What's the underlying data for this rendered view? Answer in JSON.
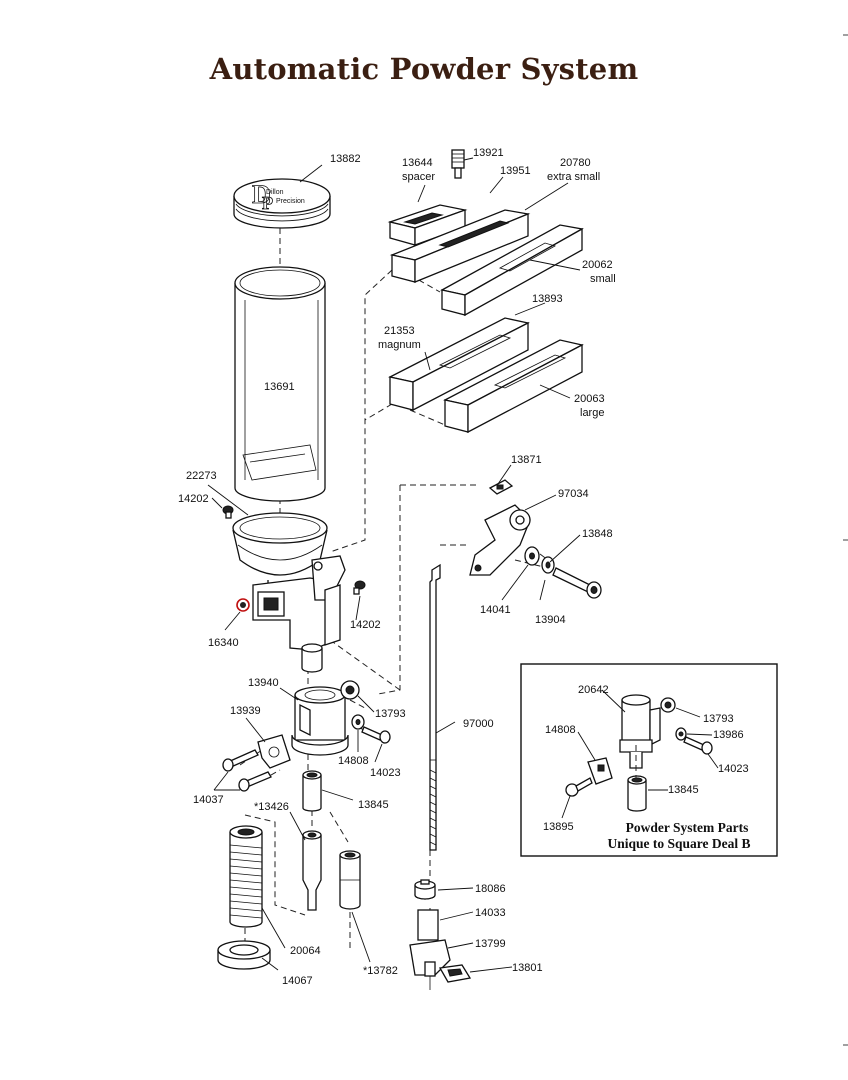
{
  "title": "Automatic Powder System",
  "logo_text": [
    "Dillon",
    "Precision"
  ],
  "part_labels": [
    "13882",
    "13644",
    "spacer",
    "13921",
    "13951",
    "20780",
    "extra small",
    "20062",
    "small",
    "13893",
    "21353",
    "magnum",
    "20063",
    "large",
    "13691",
    "22273",
    "14202",
    "14202",
    "16340",
    "13871",
    "97034",
    "13848",
    "14041",
    "13904",
    "13940",
    "13793",
    "13939",
    "14808",
    "14023",
    "14037",
    "*13426",
    "13845",
    "97000",
    "18086",
    "14033",
    "13799",
    "13801",
    "20064",
    "14067",
    "*13782"
  ],
  "inset": {
    "title_lines": [
      "Powder System Parts",
      "Unique to Square Deal B"
    ],
    "labels": [
      "20642",
      "13793",
      "13986",
      "14808",
      "14023",
      "13845",
      "13895"
    ]
  }
}
